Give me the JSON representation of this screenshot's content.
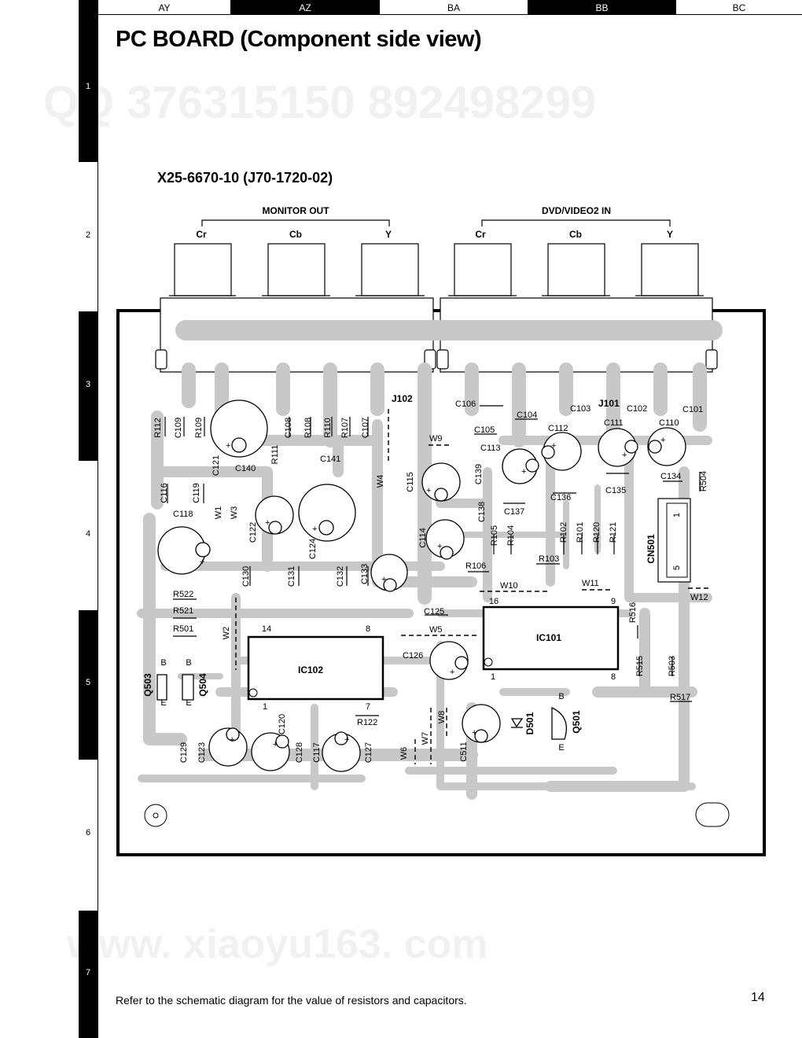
{
  "zones": [
    "AY",
    "AZ",
    "BA",
    "BB",
    "BC"
  ],
  "rows": [
    "1",
    "2",
    "3",
    "4",
    "5",
    "6",
    "7"
  ],
  "title": "PC BOARD (Component side view)",
  "board_code": "X25-6670-10 (J70-1720-02)",
  "groups": {
    "monitor_out": "MONITOR OUT",
    "dvd_in": "DVD/VIDEO2 IN"
  },
  "jack_labels": [
    "Cr",
    "Cb",
    "Y",
    "Cr",
    "Cb",
    "Y"
  ],
  "watermarks": [
    "QQ 376315150   892498299",
    "www. xiaoyu163. com"
  ],
  "refs": {
    "J102": "J102",
    "J101": "J101",
    "IC101": "IC101",
    "IC102": "IC102",
    "CN501": "CN501",
    "C101": "C101",
    "C102": "C102",
    "C103": "C103",
    "C104": "C104",
    "C105": "C105",
    "C106": "C106",
    "C107": "C107",
    "C108": "C108",
    "C109": "C109",
    "C110": "C110",
    "C111": "C111",
    "C112": "C112",
    "C113": "C113",
    "C114": "C114",
    "C115": "C115",
    "C116": "C116",
    "C117": "C117",
    "C118": "C118",
    "C119": "C119",
    "C120": "C120",
    "C121": "C121",
    "C122": "C122",
    "C123": "C123",
    "C124": "C124",
    "C125": "C125",
    "C126": "C126",
    "C127": "C127",
    "C128": "C128",
    "C129": "C129",
    "C130": "C130",
    "C131": "C131",
    "C132": "C132",
    "C133": "C133",
    "C134": "C134",
    "C135": "C135",
    "C136": "C136",
    "C137": "C137",
    "C138": "C138",
    "C139": "C139",
    "C140": "C140",
    "C141": "C141",
    "C511": "C511",
    "R101": "R101",
    "R102": "R102",
    "R103": "R103",
    "R104": "R104",
    "R105": "R105",
    "R106": "R106",
    "R107": "R107",
    "R108": "R108",
    "R109": "R109",
    "R110": "R110",
    "R111": "R111",
    "R112": "R112",
    "R120": "R120",
    "R121": "R121",
    "R122": "R122",
    "R501": "R501",
    "R503": "R503",
    "R504": "R504",
    "R515": "R515",
    "R516": "R516",
    "R517": "R517",
    "R521": "R521",
    "R522": "R522",
    "W1": "W1",
    "W2": "W2",
    "W3": "W3",
    "W4": "W4",
    "W5": "W5",
    "W6": "W6",
    "W7": "W7",
    "W8": "W8",
    "W9": "W9",
    "W10": "W10",
    "W11": "W11",
    "W12": "W12",
    "Q501": "Q501",
    "Q503": "Q503",
    "Q504": "Q504",
    "D501": "D501"
  },
  "pins": {
    "p1": "1",
    "p5": "5",
    "p7": "7",
    "p8": "8",
    "p9": "9",
    "p14": "14",
    "p16": "16",
    "B": "B",
    "E": "E",
    "plus": "+"
  },
  "footnote": "Refer to the schematic diagram for the value of resistors and capacitors.",
  "page_number": "14"
}
